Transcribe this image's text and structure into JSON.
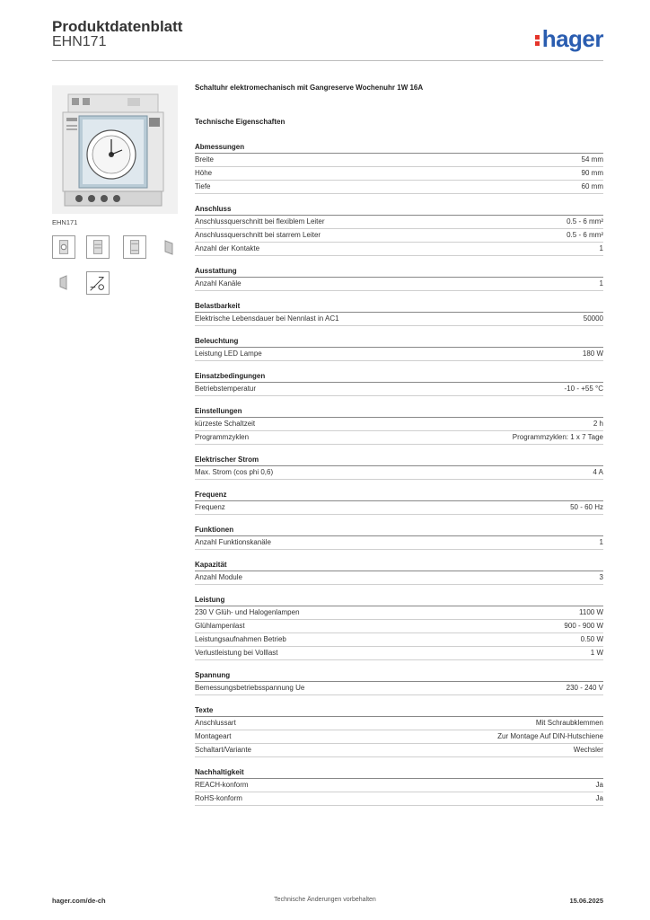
{
  "header": {
    "title": "Produktdatenblatt",
    "article": "EHN171",
    "logo_text": "hager",
    "logo_color": "#2a5db0",
    "logo_dot_color": "#e5352b"
  },
  "image_caption": "EHN171",
  "thumbnails": [
    "front-view-icon",
    "front-view-icon",
    "front-view-icon",
    "side-view-icon",
    "angled-view-icon",
    "drawing-icon"
  ],
  "product_title": "Schaltuhr elektromechanisch mit Gangreserve Wochenuhr 1W 16A",
  "tech_heading": "Technische Eigenschaften",
  "sections": [
    {
      "title": "Abmessungen",
      "rows": [
        [
          "Breite",
          "54 mm"
        ],
        [
          "Höhe",
          "90 mm"
        ],
        [
          "Tiefe",
          "60 mm"
        ]
      ]
    },
    {
      "title": "Anschluss",
      "rows": [
        [
          "Anschlussquerschnitt bei flexiblem Leiter",
          "0.5 - 6 mm²"
        ],
        [
          "Anschlussquerschnitt bei starrem Leiter",
          "0.5 - 6 mm²"
        ],
        [
          "Anzahl der Kontakte",
          "1"
        ]
      ]
    },
    {
      "title": "Ausstattung",
      "rows": [
        [
          "Anzahl Kanäle",
          "1"
        ]
      ]
    },
    {
      "title": "Belastbarkeit",
      "rows": [
        [
          "Elektrische Lebensdauer bei Nennlast in AC1",
          "50000"
        ]
      ]
    },
    {
      "title": "Beleuchtung",
      "rows": [
        [
          "Leistung LED Lampe",
          "180 W"
        ]
      ]
    },
    {
      "title": "Einsatzbedingungen",
      "rows": [
        [
          "Betriebstemperatur",
          "-10 - +55 °C"
        ]
      ]
    },
    {
      "title": "Einstellungen",
      "rows": [
        [
          "kürzeste Schaltzeit",
          "2 h"
        ],
        [
          "Programmzyklen",
          "Programmzyklen: 1 x 7 Tage"
        ]
      ]
    },
    {
      "title": "Elektrischer Strom",
      "rows": [
        [
          "Max. Strom (cos phi 0,6)",
          "4 A"
        ]
      ]
    },
    {
      "title": "Frequenz",
      "rows": [
        [
          "Frequenz",
          "50 - 60 Hz"
        ]
      ]
    },
    {
      "title": "Funktionen",
      "rows": [
        [
          "Anzahl Funktionskanäle",
          "1"
        ]
      ]
    },
    {
      "title": "Kapazität",
      "rows": [
        [
          "Anzahl Module",
          "3"
        ]
      ]
    },
    {
      "title": "Leistung",
      "rows": [
        [
          "230 V Glüh- und Halogenlampen",
          "1100 W"
        ],
        [
          "Glühlampenlast",
          "900 - 900 W"
        ],
        [
          "Leistungsaufnahmen Betrieb",
          "0.50 W"
        ],
        [
          "Verlustleistung bei Volllast",
          "1 W"
        ]
      ]
    },
    {
      "title": "Spannung",
      "rows": [
        [
          "Bemessungsbetriebsspannung Ue",
          "230 - 240 V"
        ]
      ]
    },
    {
      "title": "Texte",
      "rows": [
        [
          "Anschlussart",
          "Mit Schraubklemmen"
        ],
        [
          "Montageart",
          "Zur Montage Auf DIN-Hutschiene"
        ],
        [
          "Schaltart/Variante",
          "Wechsler"
        ]
      ]
    },
    {
      "title": "Nachhaltigkeit",
      "rows": [
        [
          "REACH-konform",
          "Ja"
        ],
        [
          "RoHS-konform",
          "Ja"
        ]
      ]
    }
  ],
  "footer": {
    "url": "hager.com/de-ch",
    "note": "Technische Änderungen vorbehalten",
    "date": "15.06.2025"
  }
}
